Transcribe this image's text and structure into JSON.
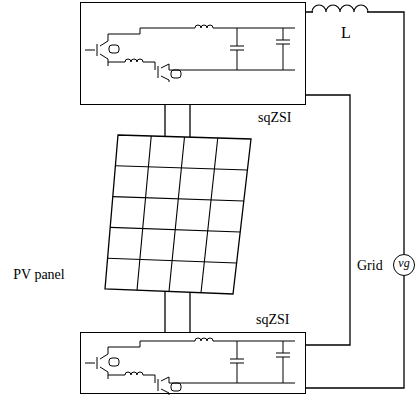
{
  "diagram": {
    "nodes": [
      {
        "text": [
          "sqZSI"
        ]
      },
      {
        "text": [
          "PV panel"
        ]
      },
      {
        "text": [
          "Grid",
          "vg"
        ]
      },
      {
        "text": [
          "sqZSI"
        ]
      }
    ],
    "edges": [
      {
        "from": 0,
        "to": 1,
        "arrow": "none"
      },
      {
        "from": 0,
        "to": 1,
        "arrow": "none"
      },
      {
        "from": 0,
        "to": 2,
        "arrow": "none"
      },
      {
        "from": 0,
        "to": 3,
        "arrow": "none"
      },
      {
        "from": 3,
        "to": 1,
        "arrow": "none"
      },
      {
        "from": 3,
        "to": 1,
        "arrow": "none"
      },
      {
        "from": 2,
        "to": 3,
        "arrow": "none"
      }
    ],
    "labels": [
      "L"
    ]
  }
}
